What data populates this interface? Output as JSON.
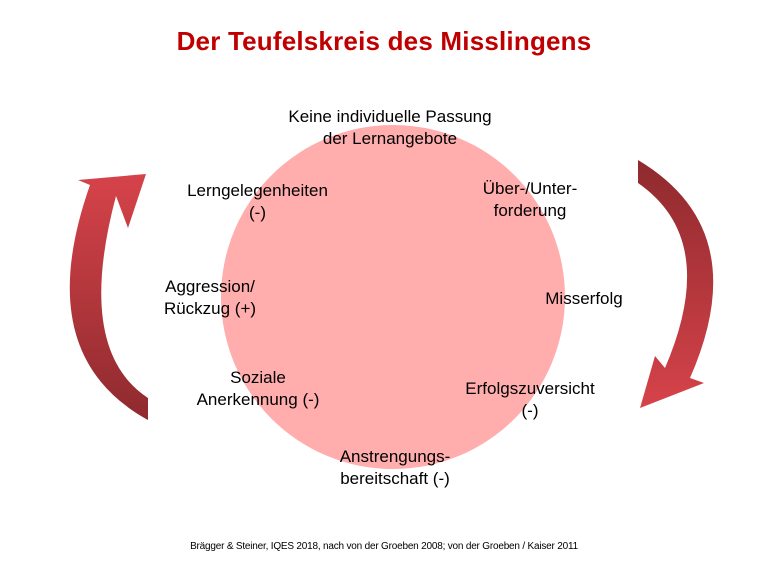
{
  "title": "Der Teufelskreis des Misslingens",
  "colors": {
    "title": "#c00000",
    "circle_fill": "#ffadad",
    "arrow_dark": "#8e2a2e",
    "arrow_light": "#d6434a"
  },
  "cycle": {
    "top": [
      "Keine individuelle Passung",
      "der Lernangebote"
    ],
    "upper_right": [
      "Über-/Unter-",
      "forderung"
    ],
    "right": [
      "Misserfolg"
    ],
    "lower_right": [
      "Erfolgszuversicht",
      "(-)"
    ],
    "bottom": [
      "Anstrengungs-",
      "bereitschaft (-)"
    ],
    "lower_left": [
      "Soziale",
      "Anerkennung (-)"
    ],
    "left": [
      "Aggression/",
      "Rückzug (+)"
    ],
    "upper_left": [
      "Lerngelegenheiten",
      "(-)"
    ]
  },
  "source": "Brägger & Steiner, IQES 2018, nach von der Groeben 2008; von der Groeben / Kaiser 2011"
}
